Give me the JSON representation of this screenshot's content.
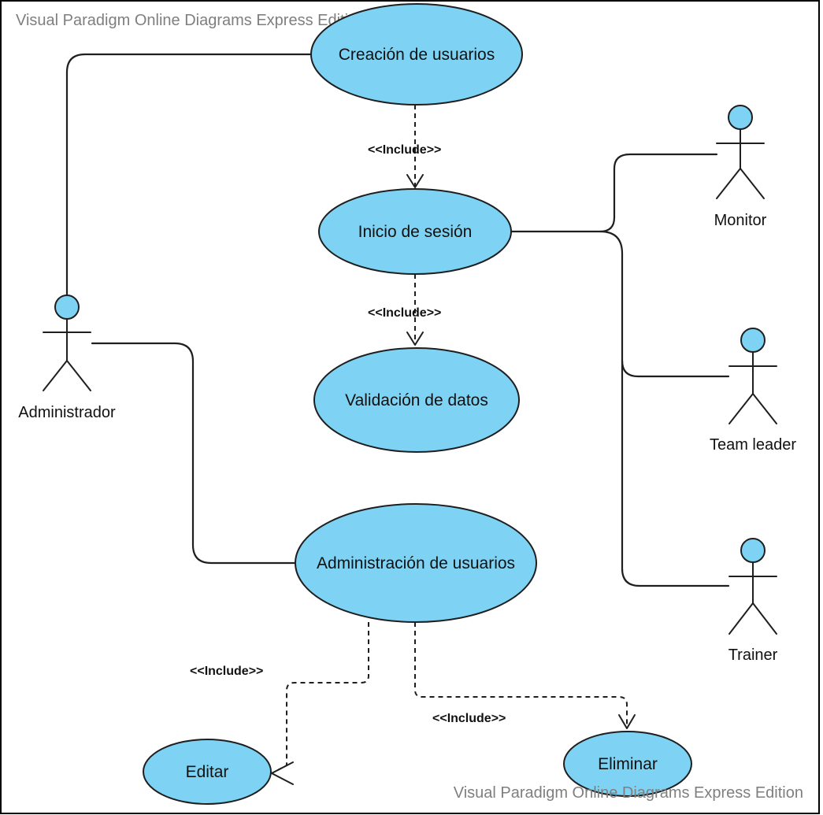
{
  "diagram": {
    "watermark_top": "Visual Paradigm Online Diagrams Express Edition",
    "watermark_bottom": "Visual Paradigm Online Diagrams Express Edition",
    "colors": {
      "usecase_fill": "#7ed3f4",
      "line": "#1f1f1f",
      "watermark": "#7f7f7f"
    },
    "actors": [
      {
        "id": "administrador",
        "label": "Administrador"
      },
      {
        "id": "monitor",
        "label": "Monitor"
      },
      {
        "id": "team-leader",
        "label": "Team leader"
      },
      {
        "id": "trainer",
        "label": "Trainer"
      }
    ],
    "use_cases": [
      {
        "id": "creacion",
        "label": "Creación de usuarios"
      },
      {
        "id": "inicio",
        "label": "Inicio de sesión"
      },
      {
        "id": "validacion",
        "label": "Validación de datos"
      },
      {
        "id": "administracion",
        "label": "Administración de usuarios"
      },
      {
        "id": "editar",
        "label": "Editar"
      },
      {
        "id": "eliminar",
        "label": "Eliminar"
      }
    ],
    "include_labels": [
      {
        "from": "creacion",
        "to": "inicio",
        "label": "<<Include>>"
      },
      {
        "from": "inicio",
        "to": "validacion",
        "label": "<<Include>>"
      },
      {
        "from": "administracion",
        "to": "editar",
        "label": "<<Include>>"
      },
      {
        "from": "administracion",
        "to": "eliminar",
        "label": "<<Include>>"
      }
    ]
  }
}
